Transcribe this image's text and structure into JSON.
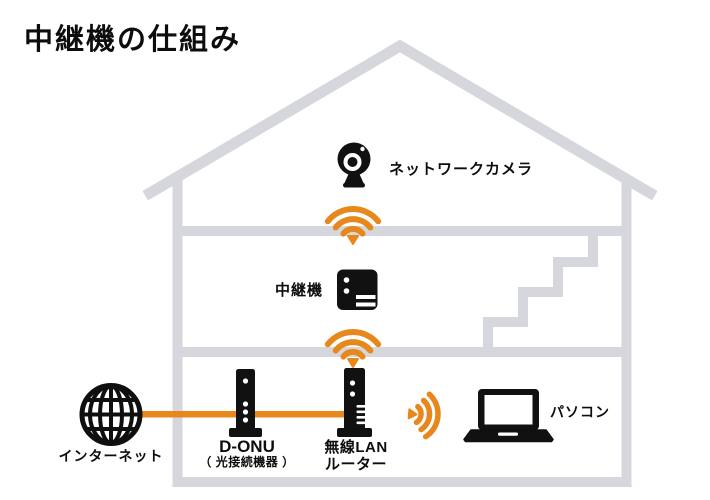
{
  "title": "中継機の仕組み",
  "diagram": {
    "type": "network-repeater-schematic",
    "labels": {
      "camera": "ネットワークカメラ",
      "repeater": "中継機",
      "internet": "インターネット",
      "onu_name": "D-ONU",
      "onu_sub": "（ 光接続機器 ）",
      "router_line1": "無線LAN",
      "router_line2": "ルーター",
      "pc": "パソコン"
    },
    "icons": [
      "house-outline",
      "staircase",
      "network-camera-icon",
      "wifi-down-upper-icon",
      "repeater-icon",
      "wifi-down-lower-icon",
      "globe-icon",
      "onu-tower-icon",
      "router-tower-icon",
      "wifi-right-icon",
      "laptop-icon",
      "cable-line"
    ],
    "colors": {
      "house_outline": "#D5D7DC",
      "signal_orange": "#E8881C",
      "device_black": "#111111",
      "background": "#FFFFFF"
    }
  }
}
